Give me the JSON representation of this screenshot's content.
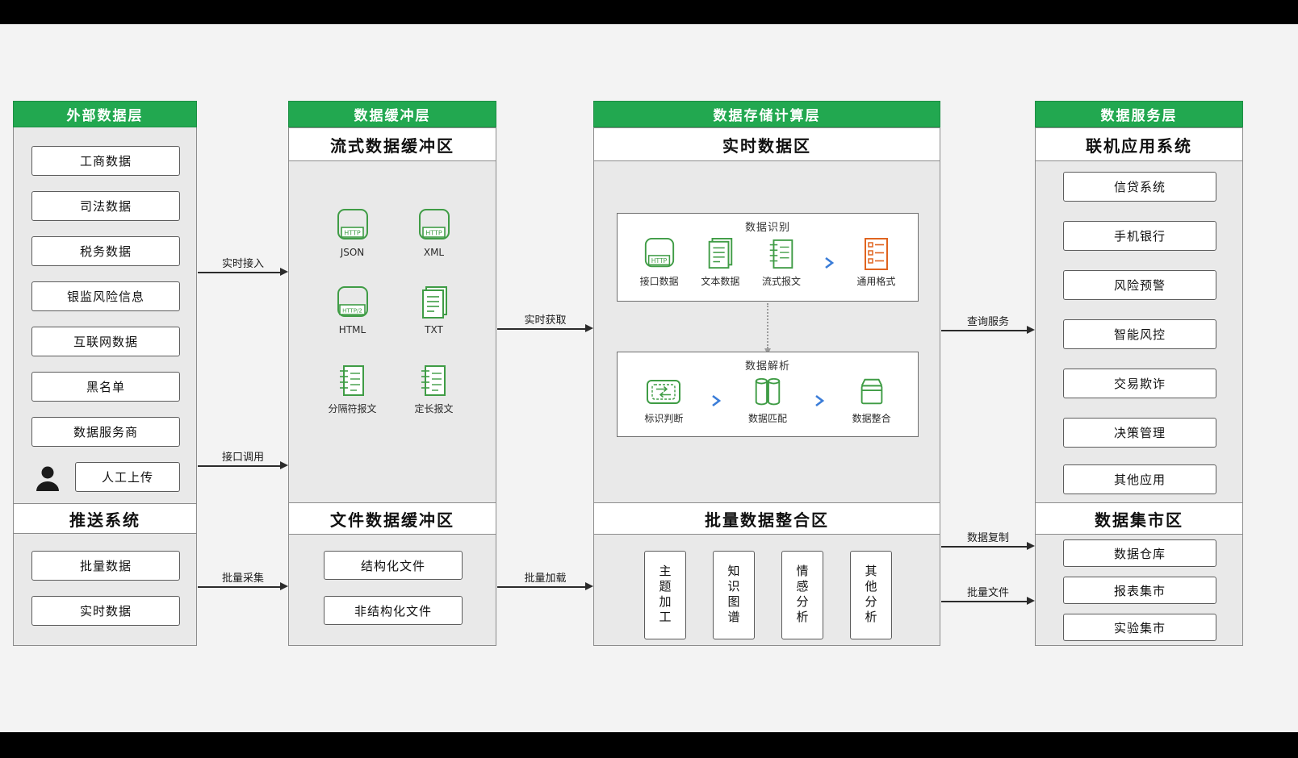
{
  "diagram": {
    "columns": {
      "external": {
        "header": "外部数据层",
        "items": [
          "工商数据",
          "司法数据",
          "税务数据",
          "银监风险信息",
          "互联网数据",
          "黑名单",
          "数据服务商"
        ],
        "manual_upload": "人工上传",
        "push_header": "推送系统",
        "push_items": [
          "批量数据",
          "实时数据"
        ]
      },
      "buffer": {
        "header": "数据缓冲层",
        "stream_title": "流式数据缓冲区",
        "stream_items": [
          {
            "label": "JSON",
            "badge": "HTTP"
          },
          {
            "label": "XML",
            "badge": "HTTP"
          },
          {
            "label": "HTML",
            "badge": "HTTP/2"
          },
          {
            "label": "TXT"
          },
          {
            "label": "分隔符报文"
          },
          {
            "label": "定长报文"
          }
        ],
        "file_title": "文件数据缓冲区",
        "file_items": [
          "结构化文件",
          "非结构化文件"
        ]
      },
      "storage": {
        "header": "数据存储计算层",
        "realtime_title": "实时数据区",
        "recognition": {
          "title": "数据识别",
          "items": [
            {
              "label": "接口数据",
              "badge": "HTTP"
            },
            {
              "label": "文本数据"
            },
            {
              "label": "流式报文"
            },
            {
              "label": "通用格式"
            }
          ]
        },
        "parsing": {
          "title": "数据解析",
          "items": [
            "标识判断",
            "数据匹配",
            "数据整合"
          ]
        },
        "batch_title": "批量数据整合区",
        "batch_items": [
          "主题加工",
          "知识图谱",
          "情感分析",
          "其他分析"
        ]
      },
      "service": {
        "header": "数据服务层",
        "online_title": "联机应用系统",
        "online_items": [
          "信贷系统",
          "手机银行",
          "风险预警",
          "智能风控",
          "交易欺诈",
          "决策管理",
          "其他应用"
        ],
        "mart_title": "数据集市区",
        "mart_items": [
          "数据仓库",
          "报表集市",
          "实验集市"
        ]
      }
    },
    "arrows": {
      "realtime_access": "实时接入",
      "interface_call": "接口调用",
      "batch_collect": "批量采集",
      "realtime_fetch": "实时获取",
      "batch_load": "批量加载",
      "query_service": "查询服务",
      "data_copy": "数据复制",
      "batch_file": "批量文件"
    },
    "colors": {
      "header_green": "#22a850",
      "icon_green": "#3f9c45",
      "icon_orange": "#e0641f",
      "chevron_blue": "#3b7dd8"
    }
  }
}
